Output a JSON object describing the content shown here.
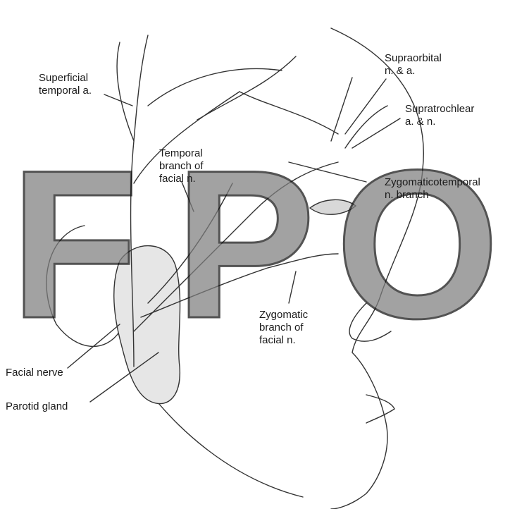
{
  "labels": {
    "superficial_temporal": "Superficial\ntemporal a.",
    "supraorbital": "Supraorbital\nn. & a.",
    "supratrochlear": "Supratrochlear\na. & n.",
    "temporal_branch": "Temporal\nbranch of\nfacial n.",
    "zygomaticotemporal": "Zygomaticotemporal\nn. branch",
    "zygomatic_branch": "Zygomatic\nbranch of\nfacial n.",
    "facial_nerve": "Facial nerve",
    "parotid_gland": "Parotid gland"
  },
  "watermark": {
    "letter_f": "F",
    "letter_p": "P",
    "letter_o": "O"
  }
}
